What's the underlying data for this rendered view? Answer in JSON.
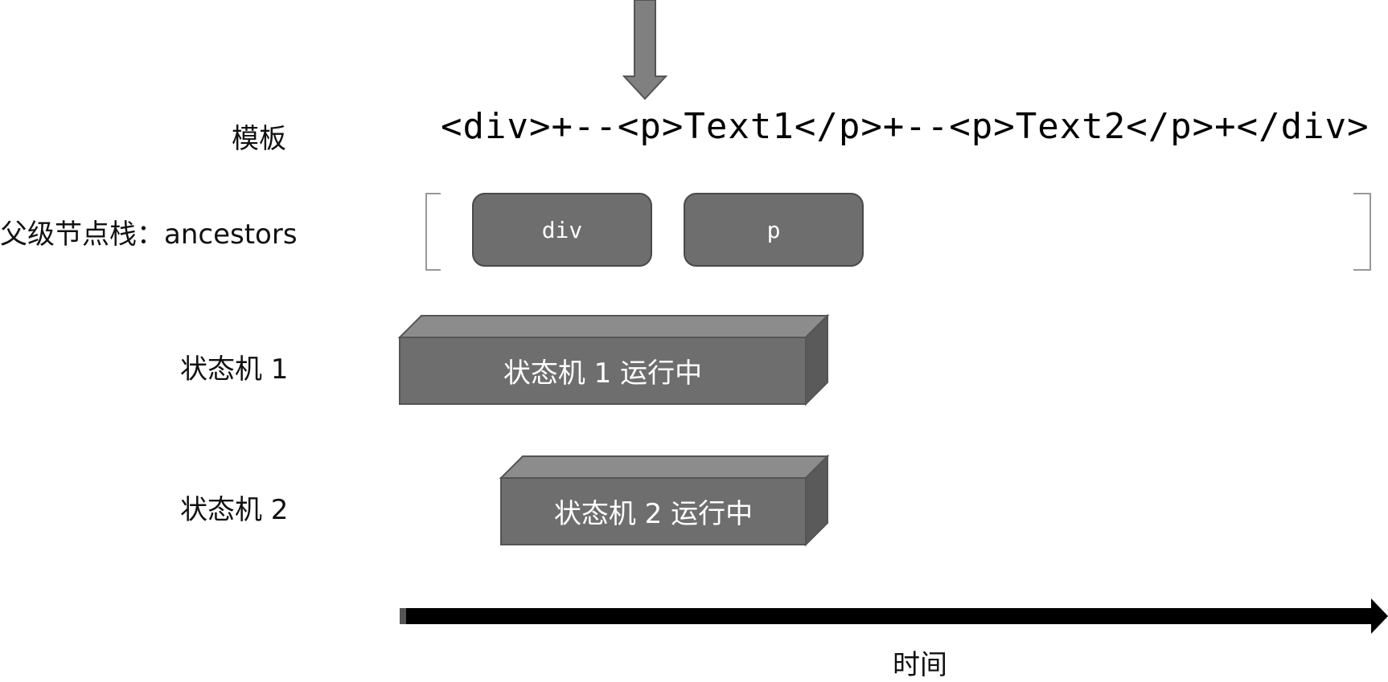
{
  "labels": {
    "template": "模板",
    "ancestors": "父级节点栈：ancestors",
    "machine1": "状态机 1",
    "machine2": "状态机 2",
    "time": "时间"
  },
  "template_string": "<div>+--<p>Text1</p>+--<p>Text2</p>+</div>",
  "ancestors_stack": [
    "div",
    "p"
  ],
  "state_machines": [
    {
      "label": "状态机 1 运行中"
    },
    {
      "label": "状态机 2 运行中"
    }
  ],
  "colors": {
    "box_front": "#6e6e6e",
    "box_top": "#8c8c8c",
    "box_side": "#5a5a5a",
    "arrow": "#808080",
    "time_axis": "#000000"
  }
}
